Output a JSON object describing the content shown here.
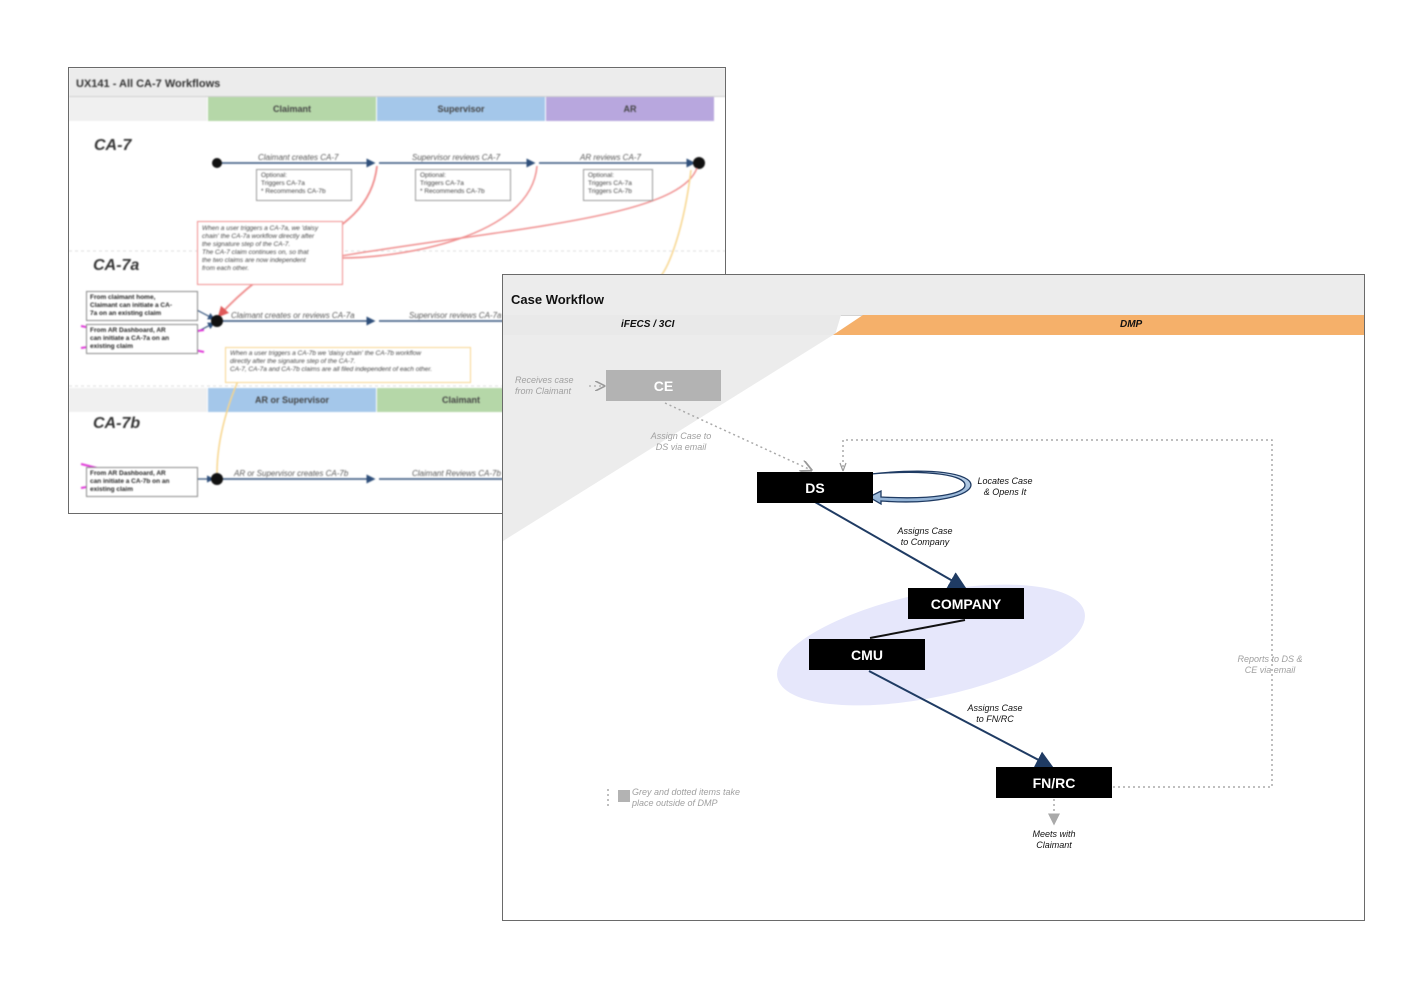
{
  "back_diagram": {
    "title": "UX141 - All CA-7 Workflows",
    "lanes_top": [
      "Claimant",
      "Supervisor",
      "AR"
    ],
    "lanes_bottom": [
      "AR or Supervisor",
      "Claimant"
    ],
    "sections": {
      "ca7": "CA-7",
      "ca7a": "CA-7a",
      "ca7b": "CA-7b"
    },
    "ca7_steps": [
      "Claimant creates CA-7",
      "Supervisor reviews CA-7",
      "AR reviews CA-7"
    ],
    "ca7_notes": [
      "Optional:\nTriggers CA-7a\n* Recommends CA-7b",
      "Optional:\nTriggers CA-7a\n* Recommends CA-7b",
      "Optional:\nTriggers CA-7a\nTriggers CA-7b"
    ],
    "note_red": "When a user triggers a CA-7a, we 'daisy\nchain' the CA-7a workflow directly after\nthe signature step of the CA-7.\nThe CA-7 claim continues on, so that\nthe two claims are now independent\nfrom each other.",
    "note_yellow": "When a user triggers a CA-7b we 'daisy chain' the CA-7b workflow\ndirectly after the signature step of the CA-7.\nCA-7, CA-7a and CA-7b claims are all filed independent of each other.",
    "ca7a_side_1": "From claimant home,\nClaimant can initiate a CA-\n7a on an existing claim",
    "ca7a_side_2": "From AR Dashboard, AR\ncan initiate a CA-7a on an\nexisting claim",
    "ca7a_steps": [
      "Claimant creates or reviews CA-7a",
      "Supervisor reviews CA-7a"
    ],
    "ca7b_side": "From AR Dashboard, AR\ncan initiate a CA-7b on an\nexisting claim",
    "ca7b_steps": [
      "AR or Supervisor creates CA-7b",
      "Claimant Reviews CA-7b"
    ]
  },
  "front_diagram": {
    "title": "Case Workflow",
    "lane_left": "iFECS / 3CI",
    "lane_right": "DMP",
    "nodes": {
      "ce": "CE",
      "ds": "DS",
      "company": "COMPANY",
      "cmu": "CMU",
      "fnrc": "FN/RC"
    },
    "labels": {
      "receives": "Receives case\nfrom Claimant",
      "assign_ds": "Assign Case to\nDS via email",
      "locates": "Locates Case\n& Opens It",
      "assigns_company": "Assigns Case\nto Company",
      "assigns_fnrc": "Assigns Case\nto FN/RC",
      "reports": "Reports to DS &\nCE via email",
      "meets": "Meets with\nClaimant",
      "legend": "Grey and dotted items take\nplace outside of DMP"
    },
    "colors": {
      "dmp_lane": "#f5b06a",
      "left_lane": "#ececec",
      "cluster": "#e6e7fb",
      "arrow": "#1f3b63",
      "grey_box": "#b3b3b3"
    }
  }
}
